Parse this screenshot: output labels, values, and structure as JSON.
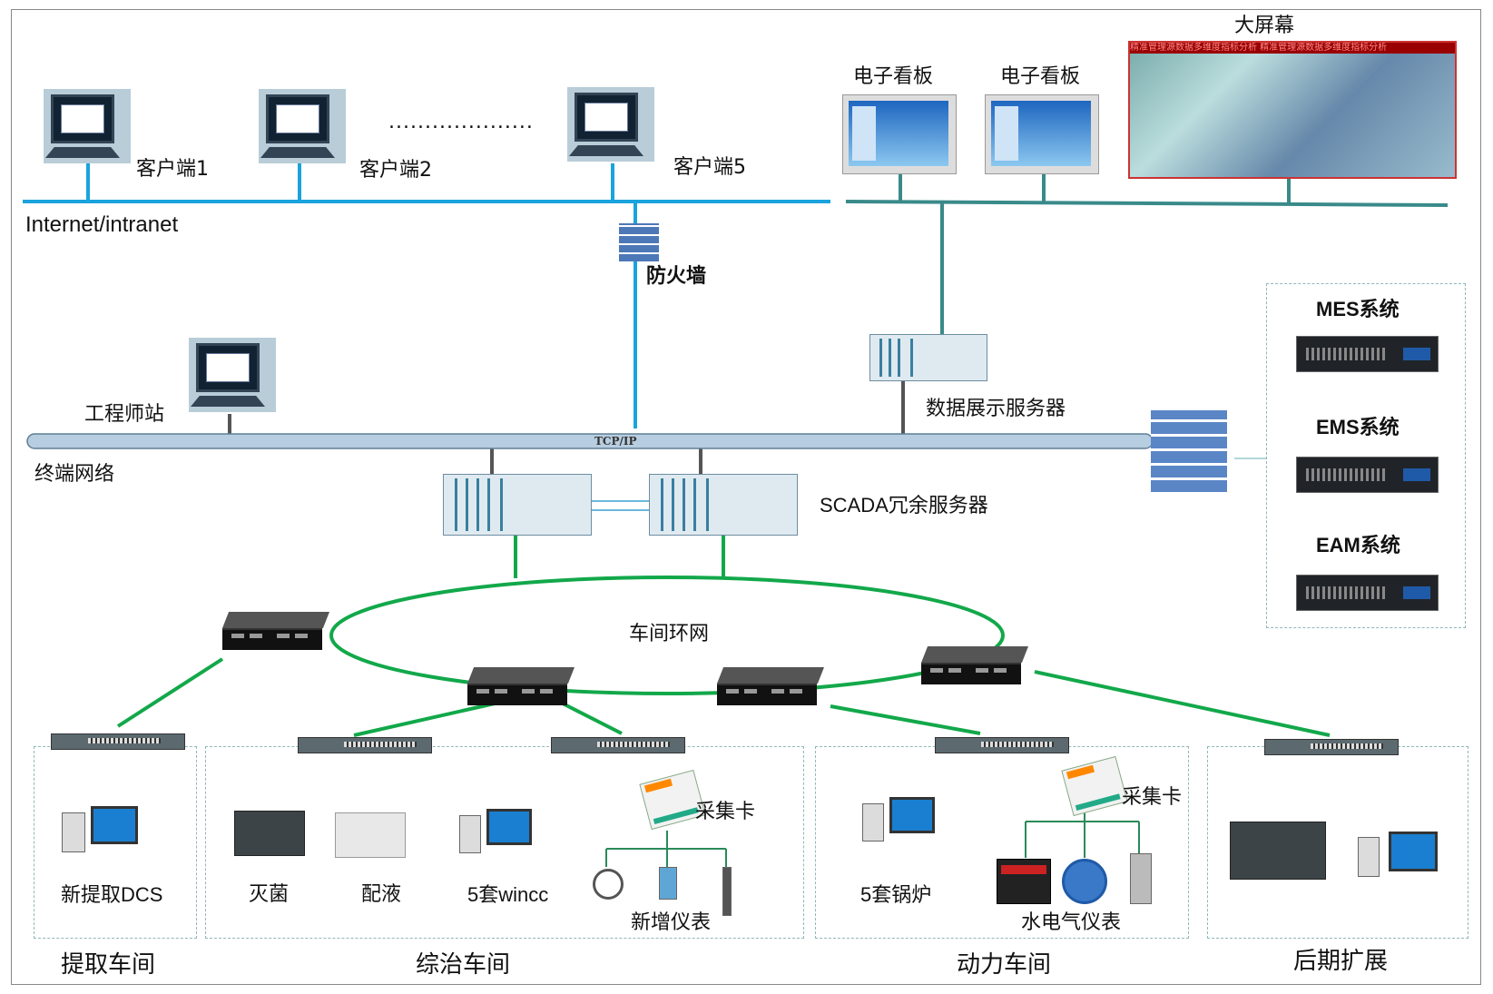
{
  "diagram": {
    "top_network_label": "Internet/intranet",
    "clients": [
      "客户端1",
      "客户端2",
      "客户端5"
    ],
    "ellipsis": "....................",
    "firewall_label": "防火墙",
    "big_screen_label": "大屏幕",
    "big_screen_marquee": "精准管理源数据多维度指标分析 精准管理源数据多维度指标分析",
    "board_labels": [
      "电子看板",
      "电子看板"
    ],
    "engineer_station_label": "工程师站",
    "terminal_network_label": "终端网络",
    "bus_label": "TCP/IP",
    "display_server_label": "数据展示服务器",
    "scada_label": "SCADA冗余服务器",
    "ring_label": "车间环网",
    "systems": [
      "MES系统",
      "EMS系统",
      "EAM系统"
    ],
    "workshops": [
      "提取车间",
      "综治车间",
      "动力车间",
      "后期扩展"
    ],
    "devices": {
      "dcs": "新提取DCS",
      "sterilize": "灭菌",
      "dosing": "配液",
      "wincc": "5套wincc",
      "card1": "采集卡",
      "new_instruments": "新增仪表",
      "boilers": "5套锅炉",
      "card2": "采集卡",
      "utility_meters": "水电气仪表"
    },
    "colors": {
      "blue_line": "#1aa3dc",
      "teal_line": "#3a8a8a",
      "green_line": "#12a84a"
    }
  }
}
